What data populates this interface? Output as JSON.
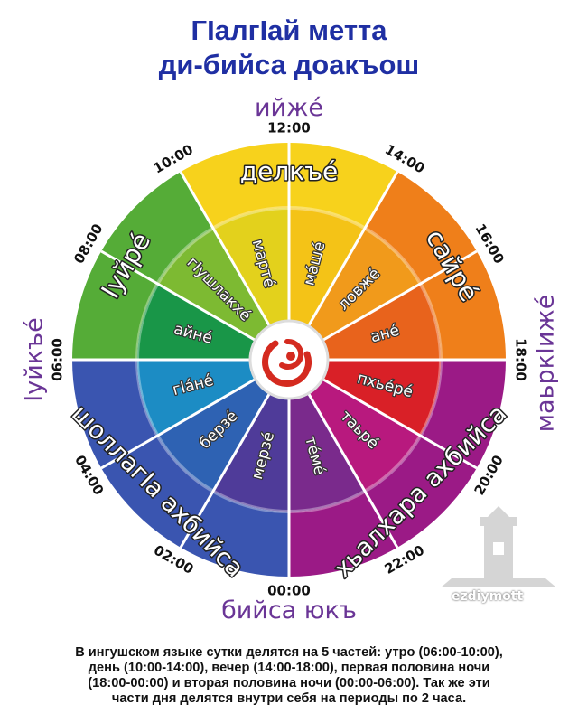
{
  "title": {
    "line1": "ГIалгIай метта",
    "line2": "ди-бийса доакъош"
  },
  "directions": {
    "top": "ийжé",
    "bottom": "бийса юкъ",
    "left": "Iуйкъé",
    "right": "маьркIижé"
  },
  "times": [
    {
      "label": "12:00",
      "angle": 0
    },
    {
      "label": "14:00",
      "angle": 30
    },
    {
      "label": "16:00",
      "angle": 60
    },
    {
      "label": "18:00",
      "angle": 90
    },
    {
      "label": "20:00",
      "angle": 120
    },
    {
      "label": "22:00",
      "angle": 150
    },
    {
      "label": "00:00",
      "angle": 180
    },
    {
      "label": "02:00",
      "angle": 210
    },
    {
      "label": "04:00",
      "angle": 240
    },
    {
      "label": "06:00",
      "angle": 270
    },
    {
      "label": "08:00",
      "angle": 300
    },
    {
      "label": "10:00",
      "angle": 330
    }
  ],
  "outer_segments": [
    {
      "label": "делкъé",
      "start": -30,
      "end": 30,
      "color": "#f7d21c"
    },
    {
      "label": "сайрé",
      "start": 30,
      "end": 90,
      "color": "#ef7f1a"
    },
    {
      "label": "хьалхара ахбийса",
      "start": 90,
      "end": 180,
      "color": "#9b1a86"
    },
    {
      "label": "шоллагIа ахбийса",
      "start": 180,
      "end": 270,
      "color": "#3a55b0"
    },
    {
      "label": "Iуйрé",
      "start": 270,
      "end": 330,
      "color": "#55ac37"
    }
  ],
  "inner_segments": [
    {
      "label": "мáшé",
      "start": 0,
      "end": 30,
      "color": "#f4c317"
    },
    {
      "label": "ловжé",
      "start": 30,
      "end": 60,
      "color": "#f19a1b"
    },
    {
      "label": "анé",
      "start": 60,
      "end": 90,
      "color": "#e8631c"
    },
    {
      "label": "пхьéрé",
      "start": 90,
      "end": 120,
      "color": "#d92027"
    },
    {
      "label": "таьрé",
      "start": 120,
      "end": 150,
      "color": "#b8197e"
    },
    {
      "label": "тéмé",
      "start": 150,
      "end": 180,
      "color": "#7a2a8c"
    },
    {
      "label": "мерзé",
      "start": 180,
      "end": 210,
      "color": "#4f3b99"
    },
    {
      "label": "берзé",
      "start": 210,
      "end": 240,
      "color": "#2e62b3"
    },
    {
      "label": "гIáнé",
      "start": 240,
      "end": 270,
      "color": "#1c8cc4"
    },
    {
      "label": "айнé",
      "start": 270,
      "end": 300,
      "color": "#199648"
    },
    {
      "label": "гIушлакхé",
      "start": 300,
      "end": 330,
      "color": "#7dba32"
    },
    {
      "label": "мартé",
      "start": 330,
      "end": 360,
      "color": "#e3d11c"
    }
  ],
  "watermark": "ezdiymott",
  "footer": [
    "В ингушском языке сутки делятся на 5 частей: утро (06:00-10:00),",
    "день (10:00-14:00), вечер (14:00-18:00), первая половина ночи",
    "(18:00-00:00) и вторая половина ночи (00:00-06:00). Так же эти",
    "части дня делятся внутри себя на периоды по 2 часа."
  ]
}
